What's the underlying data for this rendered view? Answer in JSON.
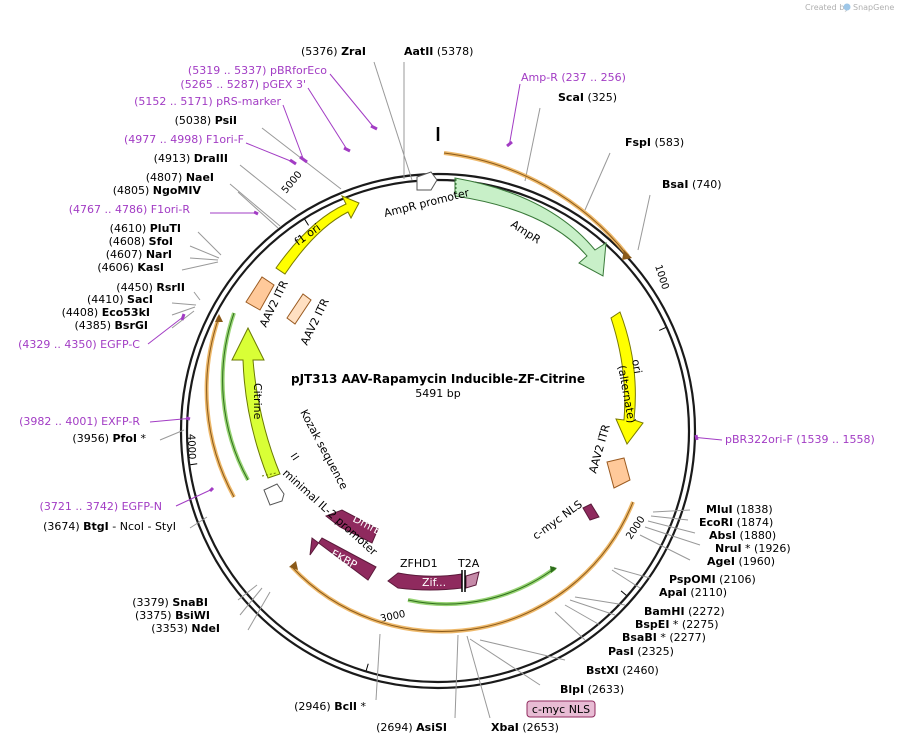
{
  "title": "pJT313 AAV-Rapamycin Inducible-ZF-Citrine",
  "size": "5491 bp",
  "total_bp": 5491,
  "credit": {
    "text": "Created by",
    "brand": "SnapGene"
  },
  "ticks": [
    {
      "bp": 1000,
      "label": "1000"
    },
    {
      "bp": 2000,
      "label": "2000"
    },
    {
      "bp": 3000,
      "label": "3000"
    },
    {
      "bp": 4000,
      "label": "4000"
    },
    {
      "bp": 5000,
      "label": "5000"
    }
  ],
  "sites": [
    {
      "pos": "(5376)",
      "name": "ZraI",
      "suffix": ""
    },
    {
      "pos": "(5378)",
      "name": "AatII",
      "suffix": ""
    },
    {
      "pos": "(325)",
      "name": "ScaI",
      "suffix": ""
    },
    {
      "pos": "(583)",
      "name": "FspI",
      "suffix": ""
    },
    {
      "pos": "(740)",
      "name": "BsaI",
      "suffix": ""
    },
    {
      "pos": "(5038)",
      "name": "PsiI",
      "suffix": ""
    },
    {
      "pos": "(4913)",
      "name": "DraIII",
      "suffix": ""
    },
    {
      "pos": "(4807)",
      "name": "NaeI",
      "suffix": ""
    },
    {
      "pos": "(4805)",
      "name": "NgoMIV",
      "suffix": ""
    },
    {
      "pos": "(4610)",
      "name": "PluTI",
      "suffix": ""
    },
    {
      "pos": "(4608)",
      "name": "SfoI",
      "suffix": ""
    },
    {
      "pos": "(4607)",
      "name": "NarI",
      "suffix": ""
    },
    {
      "pos": "(4606)",
      "name": "KasI",
      "suffix": ""
    },
    {
      "pos": "(4450)",
      "name": "RsrII",
      "suffix": ""
    },
    {
      "pos": "(4410)",
      "name": "SacI",
      "suffix": ""
    },
    {
      "pos": "(4408)",
      "name": "Eco53kI",
      "suffix": ""
    },
    {
      "pos": "(4385)",
      "name": "BsrGI",
      "suffix": ""
    },
    {
      "pos": "(3956)",
      "name": "PfoI",
      "suffix": " *"
    },
    {
      "pos": "(3674)",
      "name": "BtgI",
      "suffix": " - NcoI  - StyI"
    },
    {
      "pos": "(3379)",
      "name": "SnaBI",
      "suffix": ""
    },
    {
      "pos": "(3375)",
      "name": "BsiWI",
      "suffix": ""
    },
    {
      "pos": "(3353)",
      "name": "NdeI",
      "suffix": ""
    },
    {
      "pos": "(2946)",
      "name": "BclI",
      "suffix": " *"
    },
    {
      "pos": "(2694)",
      "name": "AsiSI",
      "suffix": ""
    },
    {
      "pos": "(2653)",
      "name": "XbaI",
      "suffix": ""
    },
    {
      "pos": "(2633)",
      "name": "BlpI",
      "suffix": ""
    },
    {
      "pos": "(2460)",
      "name": "BstXI",
      "suffix": ""
    },
    {
      "pos": "(2325)",
      "name": "PasI",
      "suffix": ""
    },
    {
      "pos": "(2277)",
      "name": "BsaBI",
      "suffix": " *"
    },
    {
      "pos": "(2275)",
      "name": "BspEI",
      "suffix": " *"
    },
    {
      "pos": "(2272)",
      "name": "BamHI",
      "suffix": ""
    },
    {
      "pos": "(2110)",
      "name": "ApaI",
      "suffix": ""
    },
    {
      "pos": "(2106)",
      "name": "PspOMI",
      "suffix": ""
    },
    {
      "pos": "(1960)",
      "name": "AgeI",
      "suffix": ""
    },
    {
      "pos": "(1926)",
      "name": "NruI",
      "suffix": " *"
    },
    {
      "pos": "(1880)",
      "name": "AbsI",
      "suffix": ""
    },
    {
      "pos": "(1874)",
      "name": "EcoRI",
      "suffix": ""
    },
    {
      "pos": "(1838)",
      "name": "MluI",
      "suffix": ""
    }
  ],
  "primers": [
    {
      "text": "(5319 .. 5337)  pBRforEco"
    },
    {
      "text": "(5265 .. 5287)  pGEX 3'"
    },
    {
      "text": "(5152 .. 5171)  pRS-marker"
    },
    {
      "text": "(4977 .. 4998)  F1ori-F"
    },
    {
      "text": "(4767 .. 4786)  F1ori-R"
    },
    {
      "text": "(4329 .. 4350)  EGFP-C"
    },
    {
      "text": "(3982 .. 4001)  EXFP-R"
    },
    {
      "text": "(3721 .. 3742)  EGFP-N"
    },
    {
      "text": "Amp-R     (237 .. 256)"
    },
    {
      "text": "pBR322ori-F    (1539 .. 1558)"
    }
  ],
  "features": {
    "ampr_promoter": "AmpR promoter",
    "ampr": "AmpR",
    "ori": "ori",
    "alternate": "(alternate)",
    "aav2_itr": "AAV2 ITR",
    "cmyc_nls": "c-myc NLS",
    "zfhd1": "ZFHD1",
    "t2a": "T2A",
    "zif": "Zif...",
    "fkbp": "FKBP",
    "dmrb": "DmrB",
    "min_il2": "minimal IL-2 promoter",
    "kozak": "Kozak sequence",
    "citrine": "Citrine",
    "f1_ori": "f1 ori",
    "cmyc_box": "c-myc NLS"
  },
  "colors": {
    "backbone": "#1a1a1a",
    "ampr_fill": "#c8f0c8",
    "ori_fill": "#ffff00",
    "itr_fill": "#ffc99a",
    "protein": "#8f2a5e",
    "citrine_fill": "#d9ff36",
    "primer": "#a23cc4",
    "orange_arc": "#e8a23a",
    "green_arc": "#6ec23a",
    "cmyc_box_fill": "#e8bcd4"
  }
}
